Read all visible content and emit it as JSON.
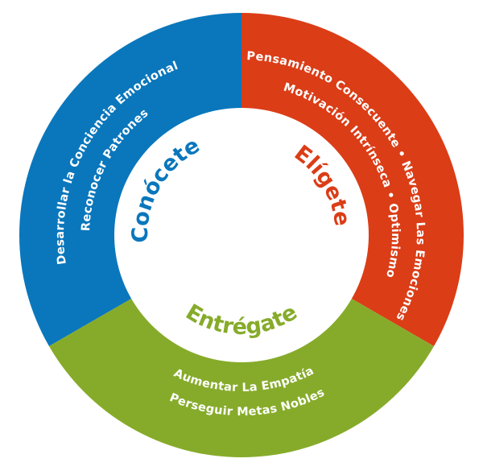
{
  "colors": {
    "blue": "#0a77bc",
    "red": "#db3d17",
    "green": "#86ab2a"
  },
  "segments": {
    "conocete": {
      "title": "Conócete",
      "lines": [
        "Desarrollar la Conciencia Emocional",
        "Reconocer Patrones"
      ]
    },
    "eligete": {
      "title": "Elígete",
      "lines": [
        "Pensamiento Consecuente • Navegar Las Emociones",
        "Motivación Intrínseca • Optimismo"
      ]
    },
    "entregate": {
      "title": "Entrégate",
      "lines": [
        "Perseguir Metas Nobles",
        "Aumentar La Empatía"
      ]
    }
  }
}
